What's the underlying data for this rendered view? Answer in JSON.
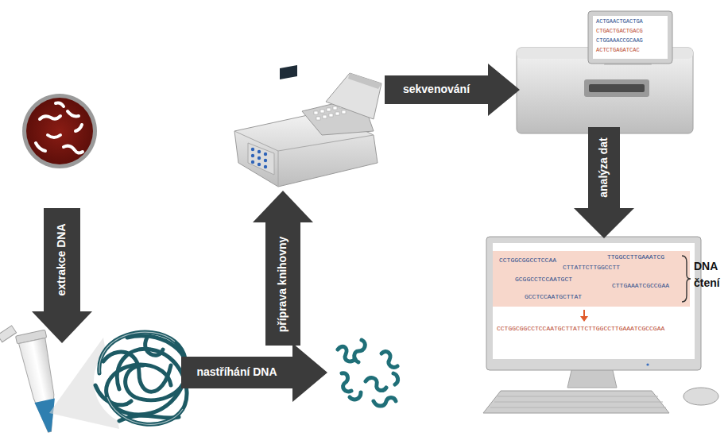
{
  "diagram": {
    "nodes": [
      {
        "text": [
          "extrakce DNA"
        ]
      },
      {
        "text": [
          "nastříhání DNA"
        ]
      },
      {
        "text": [
          "příprava knihovny"
        ]
      },
      {
        "text": [
          "sekvenování"
        ]
      },
      {
        "text": [
          "analýza dat"
        ]
      }
    ],
    "labels": [
      "ACTGAACTGACTGA",
      "CTGACTGACTGACG",
      "CTGGAAACCGCAAG",
      "ACTCTGAGATCAC",
      "CCTGGCGGCCTCCAA",
      "TTGGCCTTGAAATCG",
      "CTTATTCTTGGCCTT",
      "GCGGCCTCCAATGCT",
      "CTTGAAATCGCCGAA",
      "GCCTCCAATGCTTAT",
      "CCTGGCGGCCTCCAATGCTTATTCTTGGCCTTGAAATCGCCGAA",
      "DNA čtení"
    ]
  }
}
